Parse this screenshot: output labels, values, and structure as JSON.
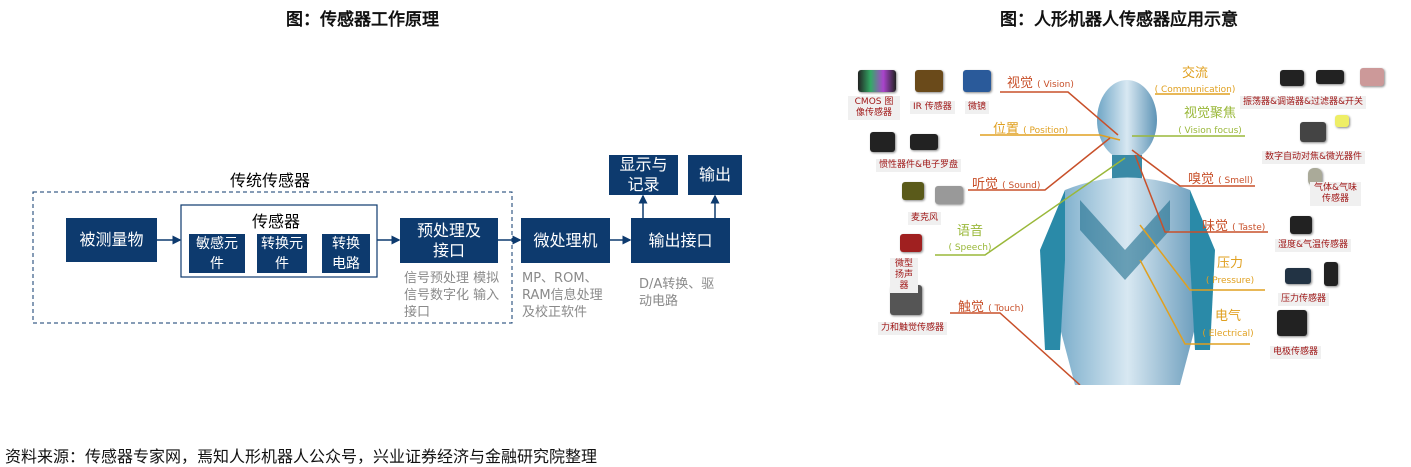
{
  "left": {
    "title": "图：传感器工作原理",
    "traditional_label": "传统传感器",
    "sensor_label": "传感器",
    "boxes": {
      "measured": "被测量物",
      "sensitive": "敏感元件",
      "convert_elem": "转换元件",
      "convert_circuit": "转换电路",
      "preprocess": "预处理及接口",
      "micro": "微处理机",
      "output_if": "输出接口",
      "display": "显示与记录",
      "output": "输出"
    },
    "notes": {
      "preprocess": "信号预处理 模拟信号数字化 输入接口",
      "micro": "MP、ROM、RAM信息处理及校正软件",
      "output_if": "D/A转换、驱动电路"
    },
    "color": "#0d3a6e"
  },
  "right": {
    "title": "图：人形机器人传感器应用示意",
    "senses": [
      {
        "cn": "视觉",
        "en": "( Vision)"
      },
      {
        "cn": "位置",
        "en": "( Position)"
      },
      {
        "cn": "听觉",
        "en": "( Sound)"
      },
      {
        "cn": "语音",
        "en": "( Speech)"
      },
      {
        "cn": "触觉",
        "en": "( Touch)"
      },
      {
        "cn": "交流",
        "en": "( Communication)"
      },
      {
        "cn": "视觉聚焦",
        "en": "( Vision focus)"
      },
      {
        "cn": "嗅觉",
        "en": "( Smell)"
      },
      {
        "cn": "味觉",
        "en": "( Taste)"
      },
      {
        "cn": "压力",
        "en": "( Pressure)"
      },
      {
        "cn": "电气",
        "en": "( Electrical)"
      }
    ],
    "captions": [
      "CMOS 图像传感器",
      "IR 传感器",
      "微镜",
      "惯性器件&电子罗盘",
      "麦克风",
      "微型 扬声器",
      "力和触觉传感器",
      "振荡器&调谐器&过滤器&开关",
      "数字自动对焦&微光器件",
      "气体&气味 传感器",
      "湿度&气温传感器",
      "压力传感器",
      "电极传感器"
    ]
  },
  "footer": "资料来源：传感器专家网，焉知人形机器人公众号，兴业证券经济与金融研究院整理"
}
